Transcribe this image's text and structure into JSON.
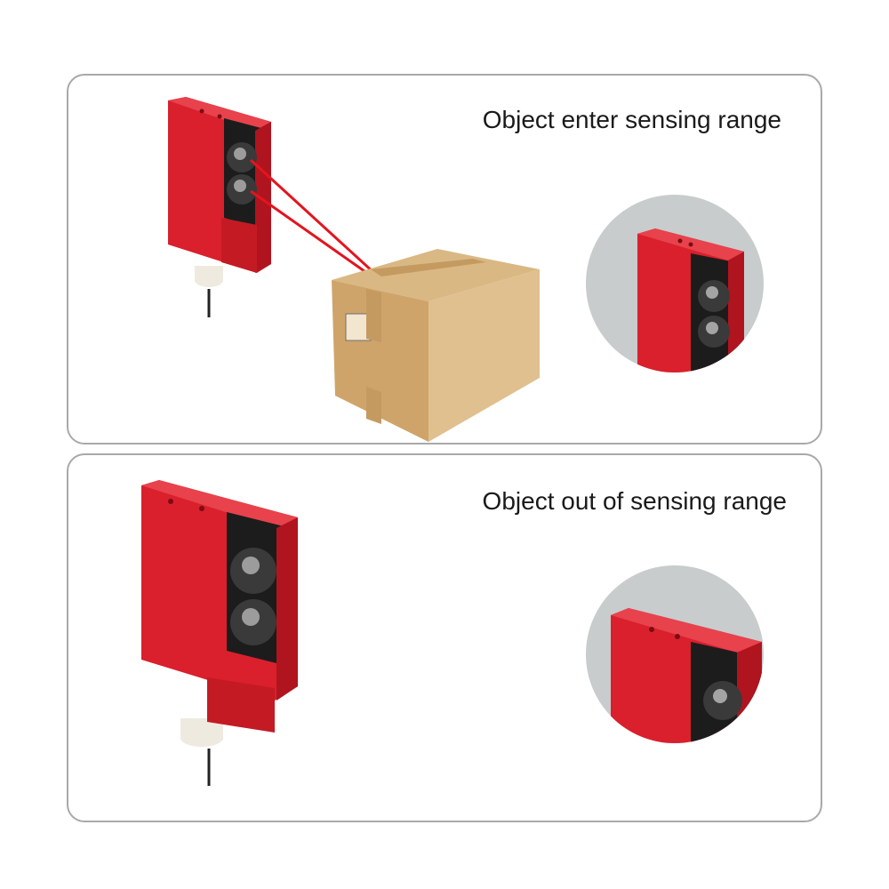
{
  "panels": [
    {
      "caption": "Object enter sensing range"
    },
    {
      "caption": "Object out of sensing range"
    }
  ],
  "colors": {
    "sensor_red": "#d9202c",
    "sensor_red_dark": "#b0141f",
    "beam": "#e3151e",
    "box_cardboard": "#d4b07a",
    "panel_border": "#a9a9a9",
    "zoom_circle_bg": "#c8cccd"
  },
  "icons": [
    "photoelectric-sensor",
    "cardboard-box",
    "laser-beam",
    "zoom-detail-circle"
  ]
}
